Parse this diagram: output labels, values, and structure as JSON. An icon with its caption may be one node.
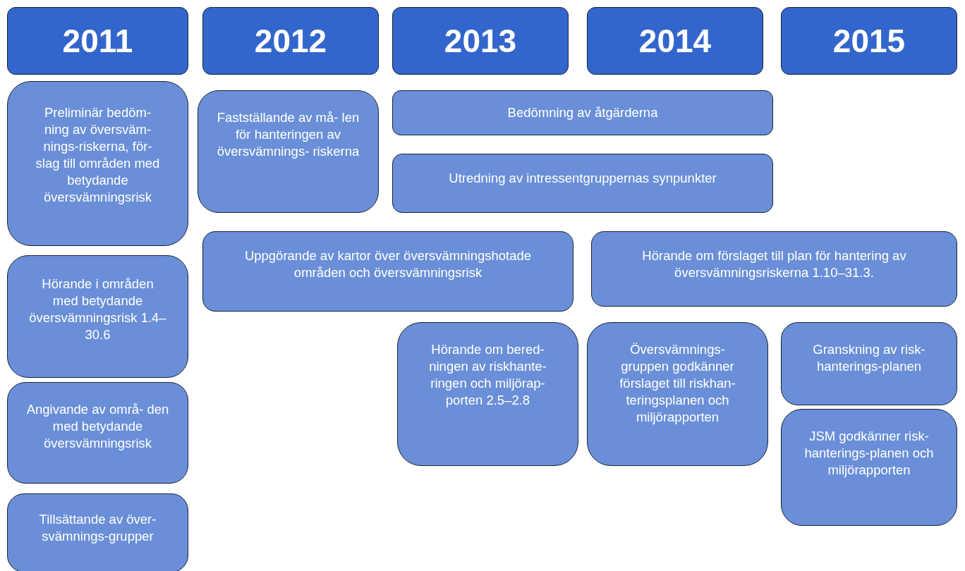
{
  "diagram": {
    "nodes": [
      {
        "text": [
          "2011"
        ]
      },
      {
        "text": [
          "2012"
        ]
      },
      {
        "text": [
          "2013"
        ]
      },
      {
        "text": [
          "2014"
        ]
      },
      {
        "text": [
          "2015"
        ]
      },
      {
        "text": [
          "Preliminär bedöm- ning av översväm- nings-riskerna, för- slag till områden med betydande översvämningsrisk"
        ]
      },
      {
        "text": [
          "Fastställande av må- len för hanteringen av översvämnings- riskerna"
        ]
      },
      {
        "text": [
          "Bedömning av åtgärderna"
        ]
      },
      {
        "text": [
          "Utredning av intressentgruppernas synpunkter"
        ]
      },
      {
        "text": [
          "Uppgörande av kartor över översvämningshotade områden och översvämningsrisk"
        ]
      },
      {
        "text": [
          "Hörande om förslaget till plan för hantering av översvämningsriskerna 1.10–31.3."
        ]
      },
      {
        "text": [
          "Hörande i områden med betydande översvämningsrisk 1.4–30.6"
        ]
      },
      {
        "text": [
          "Hörande om bered- ningen av riskhante- ringen och miljörap- porten 2.5–2.8"
        ]
      },
      {
        "text": [
          "Översvämnings- gruppen godkänner förslaget till riskhan- teringsplanen och miljörapporten"
        ]
      },
      {
        "text": [
          "Granskning av risk- hanterings-planen"
        ]
      },
      {
        "text": [
          "Angivande av områ- den med betydande översvämningsrisk"
        ]
      },
      {
        "text": [
          "JSM godkänner risk- hanterings-planen och miljörapporten"
        ]
      },
      {
        "text": [
          "Tillsättande av över- svämnings-grupper"
        ]
      }
    ]
  }
}
